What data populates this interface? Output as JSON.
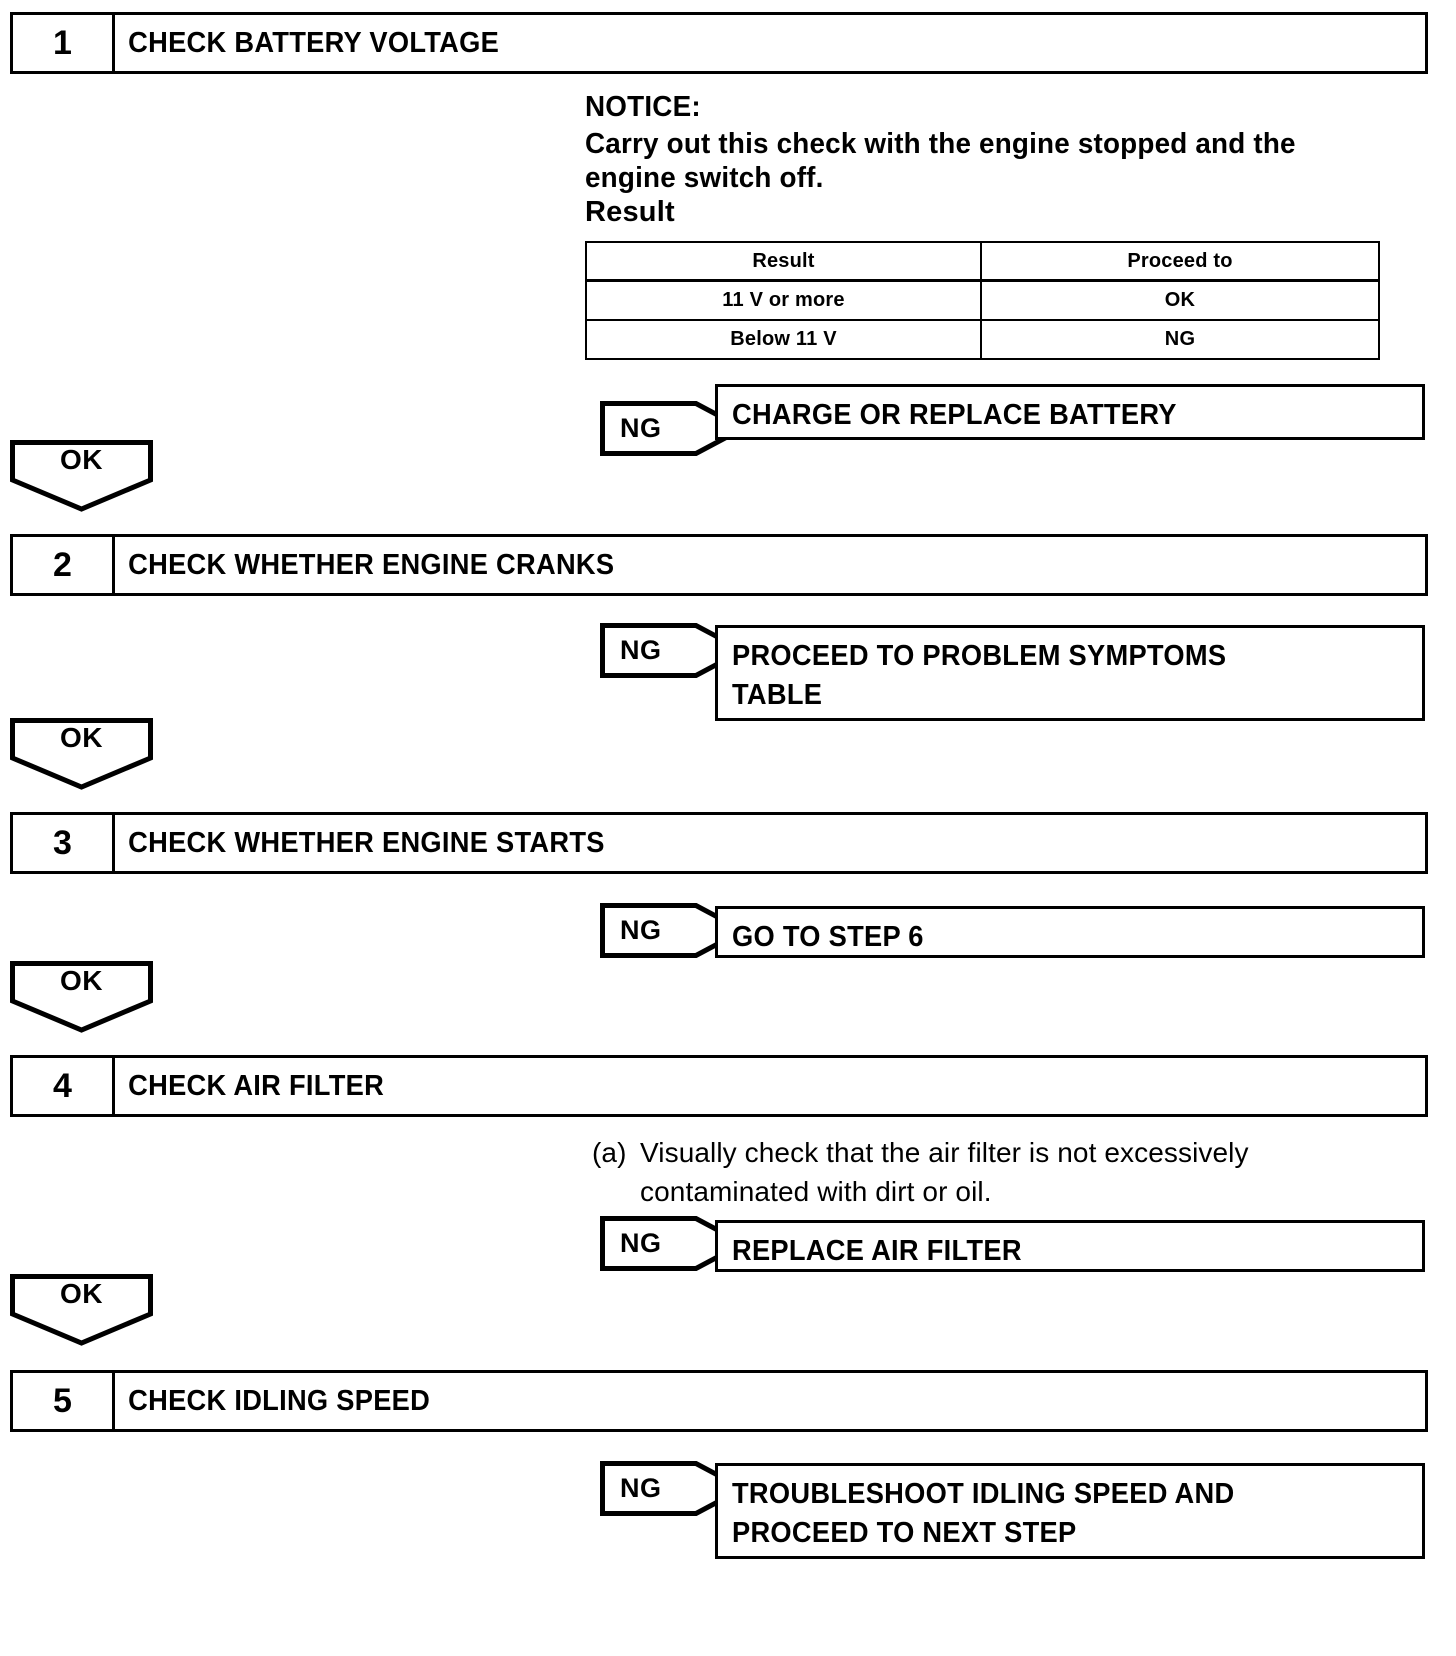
{
  "document": {
    "type": "troubleshooting-flowchart",
    "title": "Engine Starting Troubleshooting Procedure"
  },
  "labels": {
    "ok": "OK",
    "ng": "NG"
  },
  "steps": [
    {
      "number": "1",
      "title": "CHECK BATTERY VOLTAGE",
      "notice_heading": "NOTICE:",
      "notice_body": "Carry out this check with the engine stopped and the\nengine switch off.",
      "result_word": "Result",
      "table": {
        "headers": [
          "Result",
          "Proceed to"
        ],
        "rows": [
          [
            "11 V or more",
            "OK"
          ],
          [
            "Below 11 V",
            "NG"
          ]
        ]
      },
      "ng_label": "NG",
      "ng_action": "CHARGE OR REPLACE BATTERY",
      "ok_label": "OK"
    },
    {
      "number": "2",
      "title": "CHECK WHETHER ENGINE CRANKS",
      "ng_label": "NG",
      "ng_action": "PROCEED TO PROBLEM SYMPTOMS\nTABLE",
      "ok_label": "OK"
    },
    {
      "number": "3",
      "title": "CHECK WHETHER ENGINE STARTS",
      "ng_label": "NG",
      "ng_action": "GO TO STEP 6",
      "ok_label": "OK"
    },
    {
      "number": "4",
      "title": "CHECK AIR FILTER",
      "procedure_marker": "(a)",
      "procedure_text": "Visually check that the air filter is not excessively\ncontaminated with dirt or oil.",
      "ng_label": "NG",
      "ng_action": "REPLACE AIR FILTER",
      "ok_label": "OK"
    },
    {
      "number": "5",
      "title": "CHECK IDLING SPEED",
      "ng_label": "NG",
      "ng_action": "TROUBLESHOOT IDLING SPEED AND\nPROCEED TO NEXT STEP"
    }
  ],
  "colors": {
    "line": "#000000",
    "background": "#ffffff",
    "text": "#000000"
  }
}
